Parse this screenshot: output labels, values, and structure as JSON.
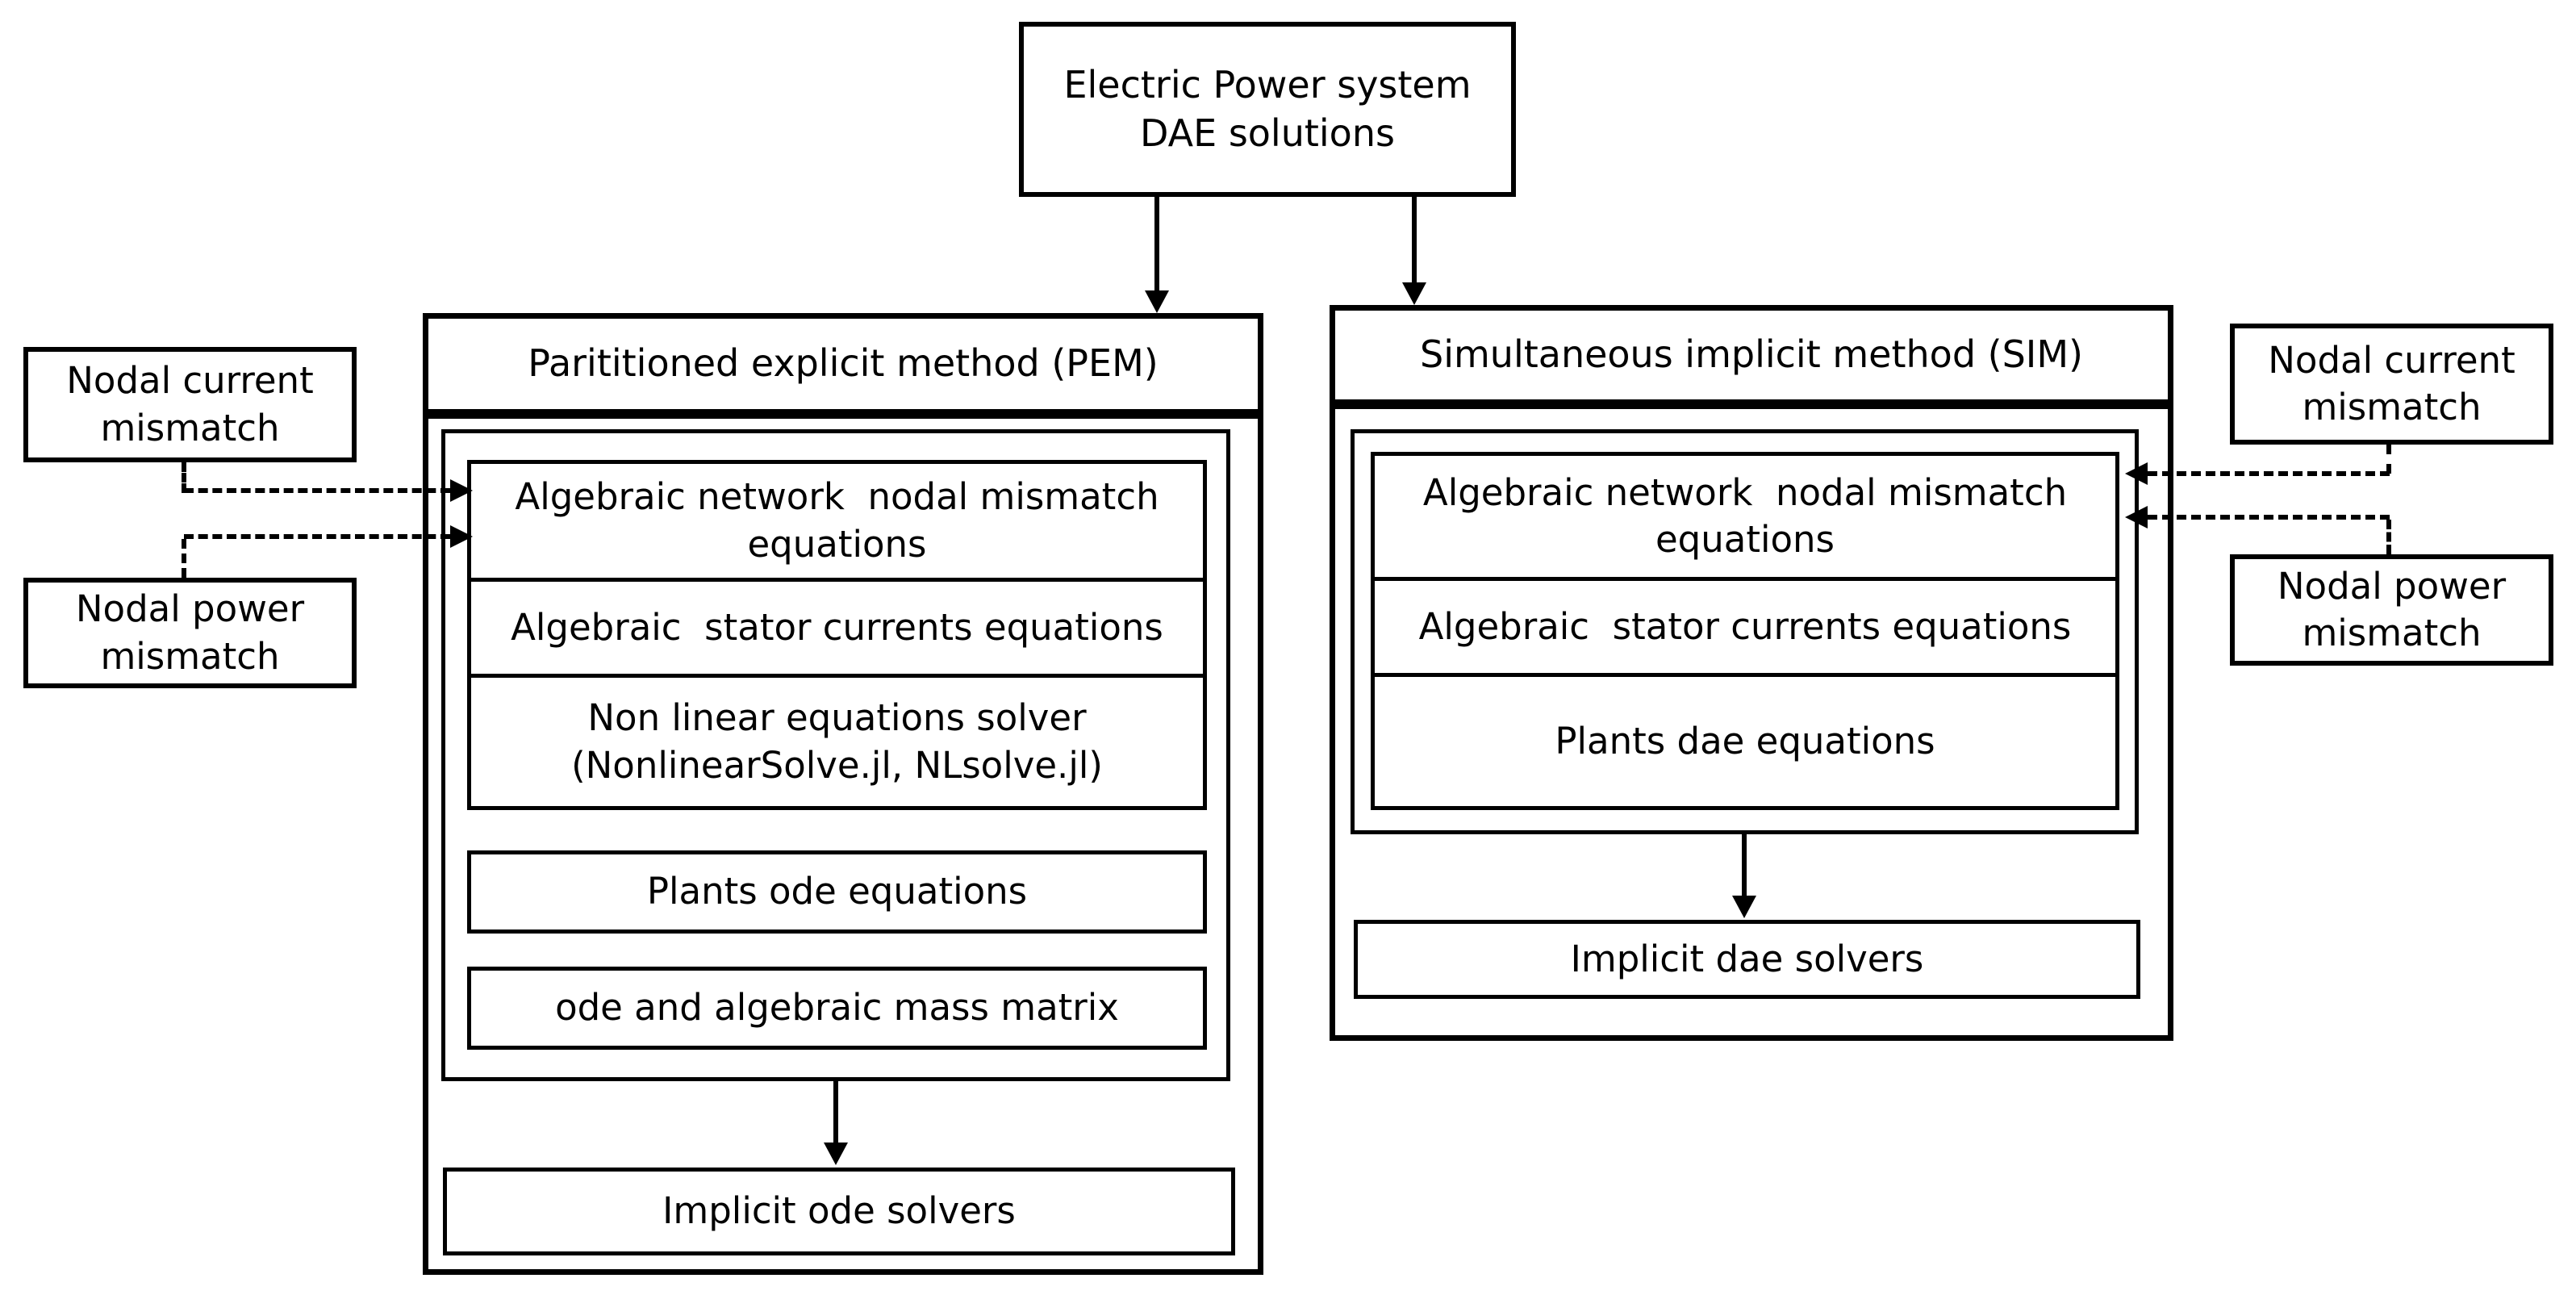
{
  "diagram": {
    "title_hint": "Electric Power system DAE solutions flowchart",
    "colors": {
      "stroke": "#000000",
      "background": "#ffffff"
    },
    "root": {
      "label": "Electric Power system\nDAE solutions"
    },
    "pem": {
      "title": "Parititioned explicit method (PEM)",
      "sections": {
        "nodal_mismatch": "Algebraic network  nodal mismatch\nequations",
        "stator_currents": "Algebraic  stator currents equations",
        "nonlinear_solver": "Non linear equations solver\n(NonlinearSolve.jl, NLsolve.jl)"
      },
      "plants_ode": "Plants ode equations",
      "mass_matrix": "ode and algebraic mass matrix",
      "implicit_solvers": "Implicit ode solvers"
    },
    "sim": {
      "title": "Simultaneous implicit method (SIM)",
      "sections": {
        "nodal_mismatch": "Algebraic network  nodal mismatch\nequations",
        "stator_currents": "Algebraic  stator currents equations",
        "plants_dae": "Plants dae equations"
      },
      "implicit_solvers": "Implicit dae solvers"
    },
    "inputs_left": {
      "current": "Nodal current\nmismatch",
      "power": "Nodal power\nmismatch"
    },
    "inputs_right": {
      "current": "Nodal current\nmismatch",
      "power": "Nodal power\nmismatch"
    }
  }
}
